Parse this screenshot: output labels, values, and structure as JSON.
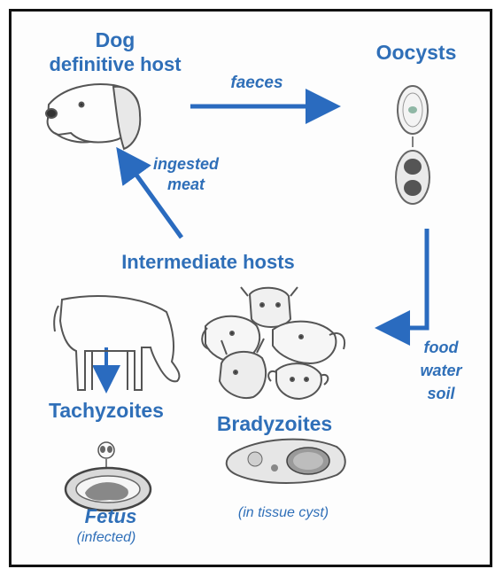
{
  "nodes": {
    "dog_title": "Dog",
    "dog_subtitle": "definitive host",
    "oocysts": "Oocysts",
    "intermediate_hosts": "Intermediate hosts",
    "tachyzoites": "Tachyzoites",
    "bradyzoites": "Bradyzoites",
    "fetus": "Fetus",
    "fetus_note": "(infected)",
    "tissue_cyst": "(in tissue cyst)"
  },
  "edges": {
    "faeces": "faeces",
    "ingested_line1": "ingested",
    "ingested_line2": "meat",
    "food": "food",
    "water": "water",
    "soil": "soil"
  },
  "colors": {
    "label_blue": "#2f6fb8",
    "arrow_blue": "#2a6bbf",
    "sketch": "#555555"
  }
}
